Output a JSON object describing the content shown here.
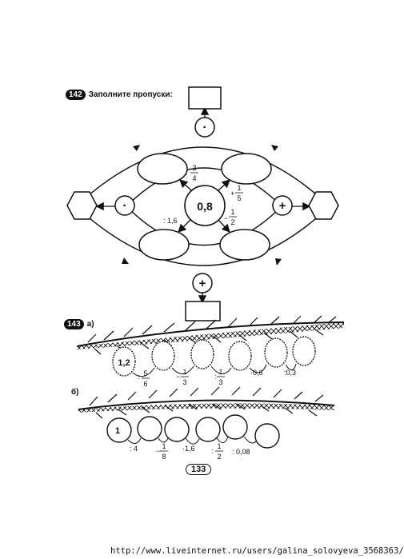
{
  "ex142": {
    "number": "142",
    "instruction": "Заполните пропуски:",
    "center_value": "0,8",
    "ops": {
      "top": "·",
      "left": "·",
      "right": "+",
      "bottom": "+",
      "ul_num": "3",
      "ul_den": "4",
      "ul_sign": ":",
      "ur_num": "1",
      "ur_den": "5",
      "ur_sign": "+",
      "ll": ": 1,6",
      "lr_num": "1",
      "lr_den": "2",
      "lr_sign": "−"
    }
  },
  "ex143": {
    "number": "143",
    "part_a": {
      "label": "а)",
      "start": "1,2",
      "ops": [
        {
          "sign": ":",
          "num": "5",
          "den": "6"
        },
        {
          "sign": "−",
          "num": "1",
          "den": "3"
        },
        {
          "sign": ":",
          "num": "1",
          "den": "3"
        },
        {
          "text": "·0,6"
        },
        {
          "text": ":0,3"
        }
      ]
    },
    "part_b": {
      "label": "б)",
      "start": "1",
      "ops": [
        {
          "text": ": 4"
        },
        {
          "sign": "−",
          "num": "1",
          "den": "8"
        },
        {
          "text": "·1,6"
        },
        {
          "sign": ":",
          "num": "1",
          "den": "2"
        },
        {
          "text": ": 0,08"
        }
      ]
    }
  },
  "page_number": "133",
  "footer_url": "http://www.liveinternet.ru/users/galina_solovyeva_3568363/"
}
